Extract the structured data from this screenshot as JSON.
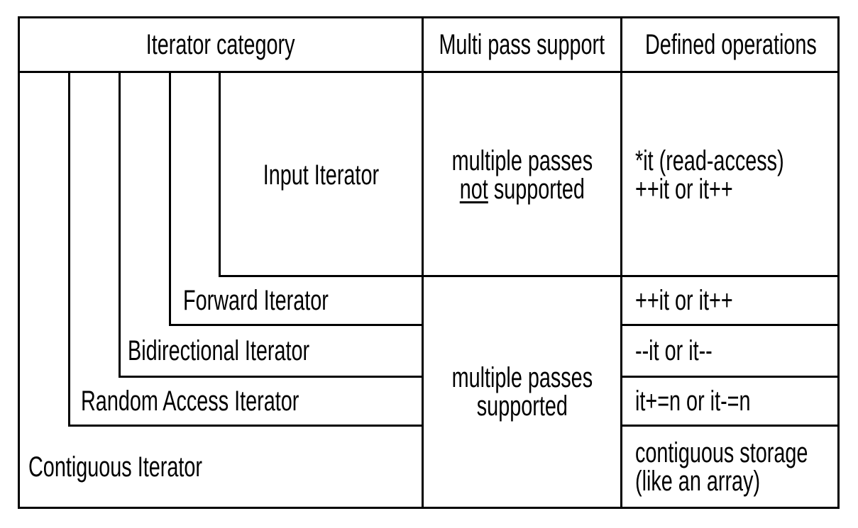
{
  "header": {
    "iterator_category": "Iterator category",
    "multi_pass_support": "Multi pass support",
    "defined_operations": "Defined operations"
  },
  "iterator_boxes": {
    "input": "Input Iterator",
    "forward": "Forward Iterator",
    "bidirectional": "Bidirectional Iterator",
    "random_access": "Random Access Iterator",
    "contiguous": "Contiguous Iterator"
  },
  "multi_pass": {
    "input_row": {
      "line1": "multiple passes",
      "not_word": "not",
      "after_not": "supported"
    },
    "others_row": {
      "line1": "multiple passes",
      "line2": "supported"
    }
  },
  "defined_operations": {
    "input": {
      "line1": "*it (read-access)",
      "line2": "++it or it++"
    },
    "forward": "++it or it++",
    "bidirectional": "--it or it--",
    "random_access": "it+=n or it-=n",
    "contiguous": {
      "line1": "contiguous storage",
      "line2": "(like an array)"
    }
  },
  "colors": {
    "border": "#000000",
    "background": "#ffffff",
    "text": "#000000"
  },
  "rows": [
    {
      "category": "Input Iterator",
      "multi_pass": "multiple passes not supported",
      "operations": "*it (read-access); ++it or it++"
    },
    {
      "category": "Forward Iterator",
      "multi_pass": "multiple passes supported",
      "operations": "++it or it++"
    },
    {
      "category": "Bidirectional Iterator",
      "multi_pass": "multiple passes supported",
      "operations": "--it or it--"
    },
    {
      "category": "Random Access Iterator",
      "multi_pass": "multiple passes supported",
      "operations": "it+=n or it-=n"
    },
    {
      "category": "Contiguous Iterator",
      "multi_pass": "multiple passes supported",
      "operations": "contiguous storage (like an array)"
    }
  ]
}
